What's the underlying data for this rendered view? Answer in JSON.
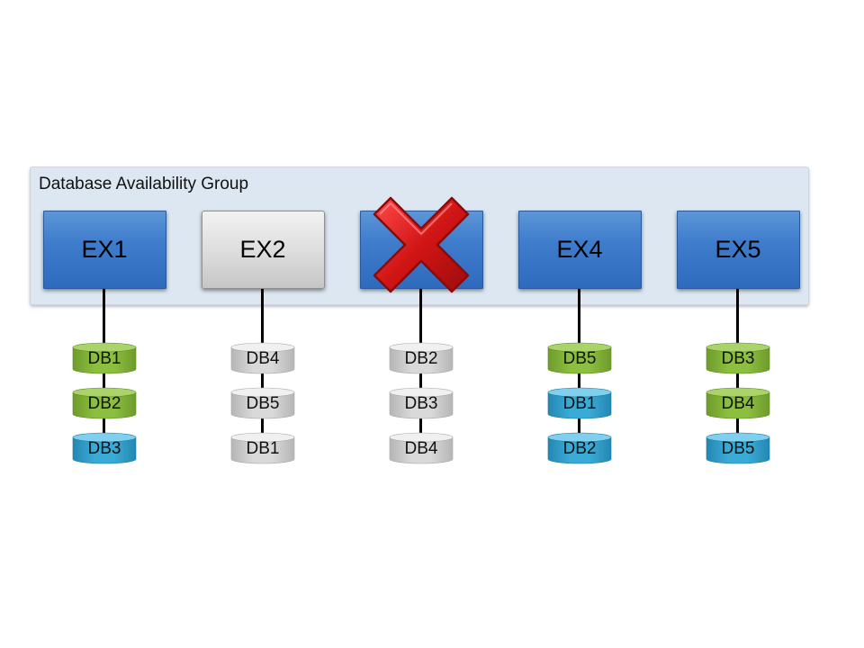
{
  "diagram": {
    "group_title": "Database Availability Group",
    "colors": {
      "active_green": "#8cbf3f",
      "passive_teal": "#3aabd6",
      "offline_gray": "#d9d9d9",
      "server_blue": "#3f7ccc",
      "server_gray": "#dcdcdc",
      "failure_red": "#d11515"
    },
    "servers": [
      {
        "label": "EX1",
        "state": "online",
        "databases": [
          {
            "label": "DB1",
            "state": "active"
          },
          {
            "label": "DB2",
            "state": "active"
          },
          {
            "label": "DB3",
            "state": "passive"
          }
        ]
      },
      {
        "label": "EX2",
        "state": "offline",
        "databases": [
          {
            "label": "DB4",
            "state": "offline"
          },
          {
            "label": "DB5",
            "state": "offline"
          },
          {
            "label": "DB1",
            "state": "offline"
          }
        ]
      },
      {
        "label": "",
        "state": "failed",
        "failure_icon": "red-x-icon",
        "databases": [
          {
            "label": "DB2",
            "state": "offline"
          },
          {
            "label": "DB3",
            "state": "offline"
          },
          {
            "label": "DB4",
            "state": "offline"
          }
        ]
      },
      {
        "label": "EX4",
        "state": "online",
        "databases": [
          {
            "label": "DB5",
            "state": "active"
          },
          {
            "label": "DB1",
            "state": "passive"
          },
          {
            "label": "DB2",
            "state": "passive"
          }
        ]
      },
      {
        "label": "EX5",
        "state": "online",
        "databases": [
          {
            "label": "DB3",
            "state": "active"
          },
          {
            "label": "DB4",
            "state": "active"
          },
          {
            "label": "DB5",
            "state": "passive"
          }
        ]
      }
    ]
  }
}
